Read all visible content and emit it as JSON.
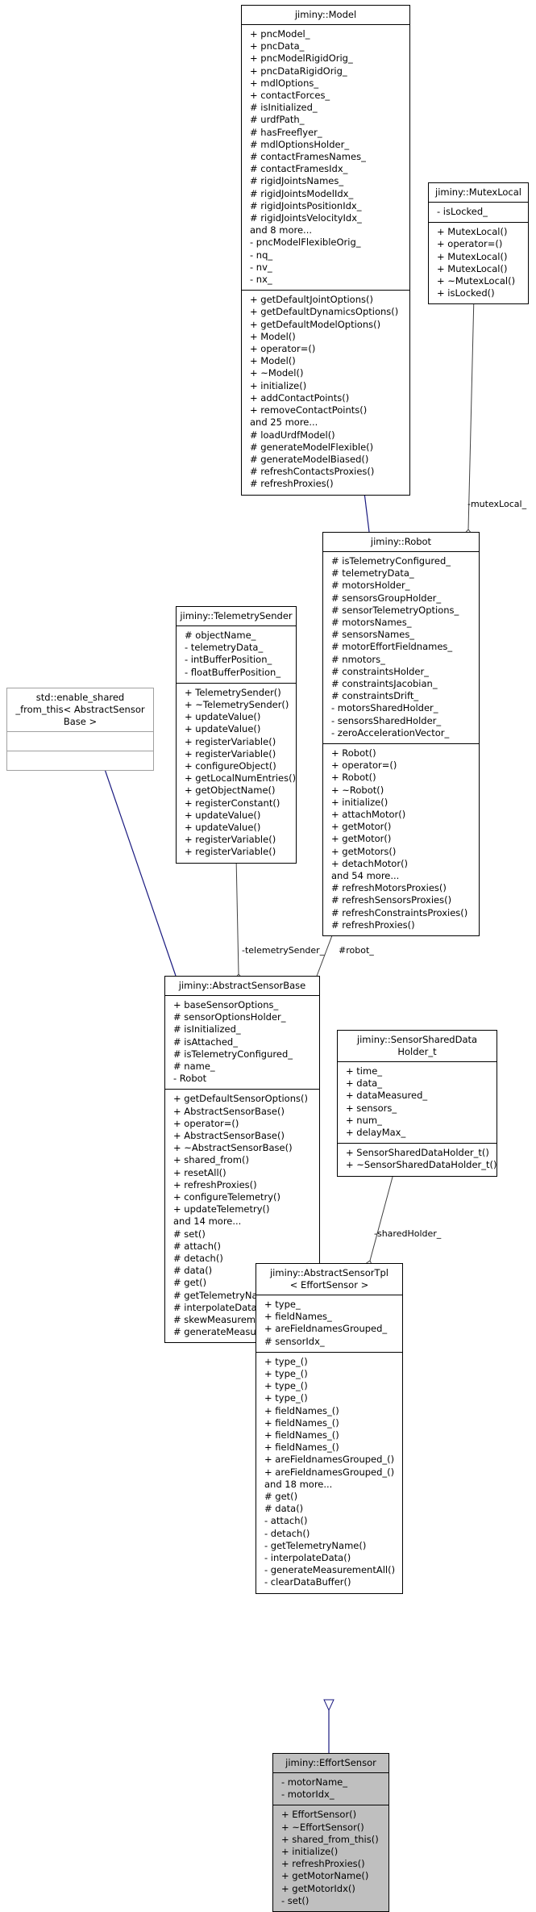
{
  "classes": {
    "model": {
      "title": "jiminy::Model",
      "attributes": [
        "+ pncModel_",
        "+ pncData_",
        "+ pncModelRigidOrig_",
        "+ pncDataRigidOrig_",
        "+ mdlOptions_",
        "+ contactForces_",
        "# isInitialized_",
        "# urdfPath_",
        "# hasFreeflyer_",
        "# mdlOptionsHolder_",
        "# contactFramesNames_",
        "# contactFramesIdx_",
        "# rigidJointsNames_",
        "# rigidJointsModelIdx_",
        "# rigidJointsPositionIdx_",
        "# rigidJointsVelocityIdx_",
        "and 8 more...",
        "- pncModelFlexibleOrig_",
        "- nq_",
        "- nv_",
        "- nx_"
      ],
      "methods": [
        "+ getDefaultJointOptions()",
        "+ getDefaultDynamicsOptions()",
        "+ getDefaultModelOptions()",
        "+ Model()",
        "+ operator=()",
        "+ Model()",
        "+ ~Model()",
        "+ initialize()",
        "+ addContactPoints()",
        "+ removeContactPoints()",
        "and 25 more...",
        "# loadUrdfModel()",
        "# generateModelFlexible()",
        "# generateModelBiased()",
        "# refreshContactsProxies()",
        "# refreshProxies()"
      ]
    },
    "mutex": {
      "title": "jiminy::MutexLocal",
      "attributes": [
        "- isLocked_"
      ],
      "methods": [
        "+ MutexLocal()",
        "+ operator=()",
        "+ MutexLocal()",
        "+ MutexLocal()",
        "+ ~MutexLocal()",
        "+ isLocked()"
      ]
    },
    "robot": {
      "title": "jiminy::Robot",
      "attributes": [
        "# isTelemetryConfigured_",
        "# telemetryData_",
        "# motorsHolder_",
        "# sensorsGroupHolder_",
        "# sensorTelemetryOptions_",
        "# motorsNames_",
        "# sensorsNames_",
        "# motorEffortFieldnames_",
        "# nmotors_",
        "# constraintsHolder_",
        "# constraintsJacobian_",
        "# constraintsDrift_",
        "- motorsSharedHolder_",
        "- sensorsSharedHolder_",
        "- zeroAccelerationVector_"
      ],
      "methods": [
        "+ Robot()",
        "+ operator=()",
        "+ Robot()",
        "+ ~Robot()",
        "+ initialize()",
        "+ attachMotor()",
        "+ getMotor()",
        "+ getMotor()",
        "+ getMotors()",
        "+ detachMotor()",
        "and 54 more...",
        "# refreshMotorsProxies()",
        "# refreshSensorsProxies()",
        "# refreshConstraintsProxies()",
        "# refreshProxies()"
      ]
    },
    "telemetry": {
      "title": "jiminy::TelemetrySender",
      "attributes": [
        "# objectName_",
        "- telemetryData_",
        "- intBufferPosition_",
        "- floatBufferPosition_"
      ],
      "methods": [
        "+ TelemetrySender()",
        "+ ~TelemetrySender()",
        "+ updateValue()",
        "+ updateValue()",
        "+ registerVariable()",
        "+ registerVariable()",
        "+ configureObject()",
        "+ getLocalNumEntries()",
        "+ getObjectName()",
        "+ registerConstant()",
        "+ updateValue()",
        "+ updateValue()",
        "+ registerVariable()",
        "+ registerVariable()"
      ]
    },
    "enable_shared": {
      "title": "std::enable_shared\n_from_this< AbstractSensor\nBase >",
      "attributes": [],
      "methods": []
    },
    "abs_base": {
      "title": "jiminy::AbstractSensorBase",
      "attributes": [
        "+ baseSensorOptions_",
        "# sensorOptionsHolder_",
        "# isInitialized_",
        "# isAttached_",
        "# isTelemetryConfigured_",
        "# name_",
        "- Robot"
      ],
      "methods": [
        "+ getDefaultSensorOptions()",
        "+ AbstractSensorBase()",
        "+ operator=()",
        "+ AbstractSensorBase()",
        "+ ~AbstractSensorBase()",
        "+ shared_from()",
        "+ resetAll()",
        "+ refreshProxies()",
        "+ configureTelemetry()",
        "+ updateTelemetry()",
        "and 14 more...",
        "# set()",
        "# attach()",
        "# detach()",
        "# data()",
        "# get()",
        "# getTelemetryName()",
        "# interpolateData()",
        "# skewMeasurement()",
        "# generateMeasurementAll()"
      ]
    },
    "shared_holder": {
      "title": "jiminy::SensorSharedData\nHolder_t",
      "attributes": [
        "+ time_",
        "+ data_",
        "+ dataMeasured_",
        "+ sensors_",
        "+ num_",
        "+ delayMax_"
      ],
      "methods": [
        "+ SensorSharedDataHolder_t()",
        "+ ~SensorSharedDataHolder_t()"
      ]
    },
    "abs_tpl": {
      "title": "jiminy::AbstractSensorTpl\n< EffortSensor >",
      "attributes": [
        "+ type_",
        "+ fieldNames_",
        "+ areFieldnamesGrouped_",
        "# sensorIdx_"
      ],
      "methods": [
        "+ type_()",
        "+ type_()",
        "+ type_()",
        "+ type_()",
        "+ fieldNames_()",
        "+ fieldNames_()",
        "+ fieldNames_()",
        "+ fieldNames_()",
        "+ areFieldnamesGrouped_()",
        "+ areFieldnamesGrouped_()",
        "and 18 more...",
        "# get()",
        "# data()",
        "- attach()",
        "- detach()",
        "- getTelemetryName()",
        "- interpolateData()",
        "- generateMeasurementAll()",
        "- clearDataBuffer()"
      ]
    },
    "effort": {
      "title": "jiminy::EffortSensor",
      "attributes": [
        "- motorName_",
        "- motorIdx_"
      ],
      "methods": [
        "+ EffortSensor()",
        "+ ~EffortSensor()",
        "+ shared_from_this()",
        "+ initialize()",
        "+ refreshProxies()",
        "+ getMotorName()",
        "+ getMotorIdx()",
        "- set()"
      ]
    }
  },
  "edge_labels": {
    "mutex_local": "-mutexLocal_",
    "telemetry_sender": "-telemetrySender_",
    "robot": "#robot_",
    "shared_holder": "-sharedHolder_"
  },
  "colors": {
    "inheritance_arrow": "#1a1a80",
    "aggregation_line": "#404040",
    "highlight_fill": "#bfbfbf"
  }
}
